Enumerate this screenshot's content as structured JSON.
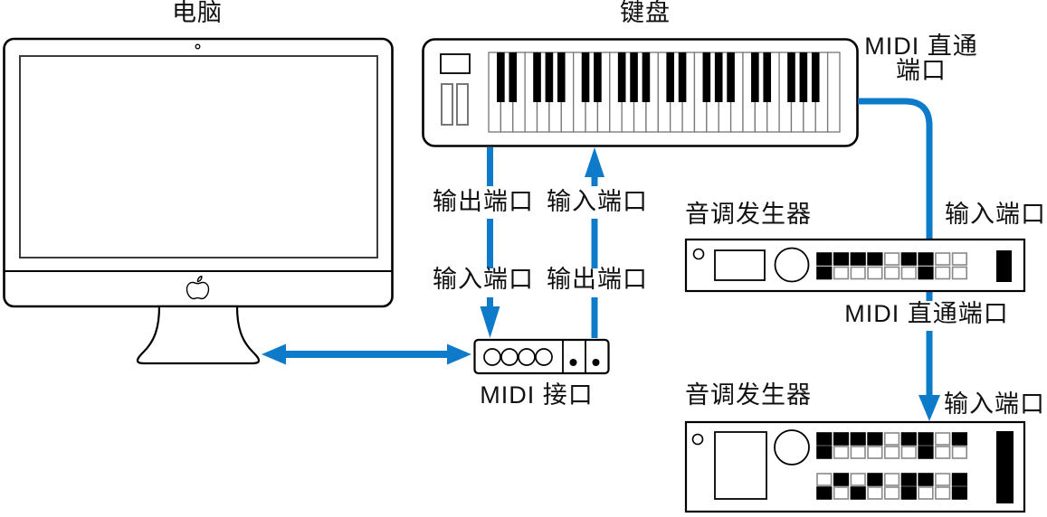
{
  "colors": {
    "accent_blue": "#0d7bca",
    "ink": "#111111"
  },
  "computer": {
    "title": "电脑"
  },
  "keyboard": {
    "title": "键盘",
    "white_key_count": 29,
    "octave_black_pattern": [
      1,
      1,
      0,
      1,
      1,
      1,
      0
    ],
    "thru_port_label_line1": "MIDI 直通",
    "thru_port_label_line2": "端口",
    "out_port_label": "输出端口",
    "in_port_label": "输入端口"
  },
  "midi_interface": {
    "label": "MIDI 接口",
    "in_port_label": "输入端口",
    "out_port_label": "输出端口",
    "port_circle_count": 4,
    "indicator_dot_count": 2
  },
  "tone_generator_1": {
    "title": "音调发生器",
    "in_port_label": "输入端口",
    "thru_port_label": "MIDI 直通端口",
    "button_rows": [
      [
        1,
        1,
        1,
        1,
        0,
        1,
        1,
        0,
        0
      ],
      [
        1,
        0,
        0,
        0,
        0,
        0,
        1,
        0,
        0
      ]
    ]
  },
  "tone_generator_2": {
    "title": "音调发生器",
    "in_port_label": "输入端口",
    "button_rows": [
      [
        1,
        1,
        1,
        1,
        0,
        1,
        1,
        0,
        1
      ],
      [
        1,
        0,
        0,
        0,
        0,
        0,
        1,
        0,
        0
      ],
      [
        0,
        1,
        0,
        1,
        0,
        1,
        1,
        0,
        1
      ],
      [
        1,
        0,
        1,
        0,
        0,
        1,
        0,
        0,
        1
      ]
    ]
  }
}
